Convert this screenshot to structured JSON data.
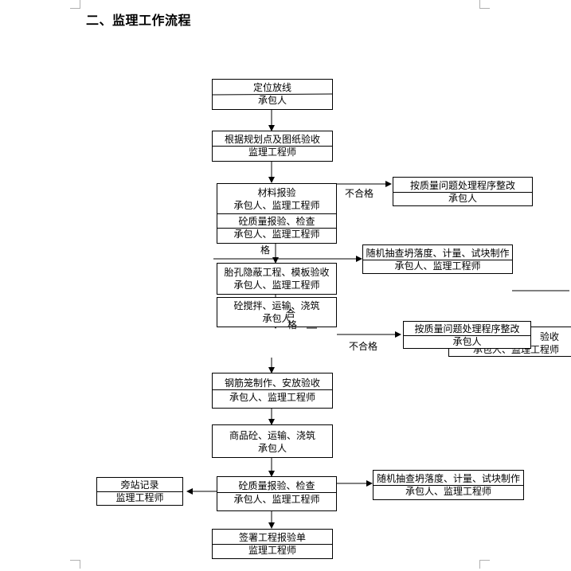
{
  "title": "二、监理工作流程",
  "nodes": [
    {
      "title": "定位放线",
      "role": "承包人"
    },
    {
      "title": "根据规划点及图纸验收",
      "role": "监理工程师"
    },
    {
      "title": "材料报验",
      "role": "承包人、监理工程师"
    },
    {
      "title": "砼质量报验、检查",
      "role": "承包人、监理工程师"
    },
    {
      "title": "按质量问题处理程序整改",
      "role": "承包人"
    },
    {
      "title": "随机抽查坍落度、计量、试块制作",
      "role": "承包人、监理工程师"
    },
    {
      "title": "胎孔隐蔽工程、模板验收",
      "role": "承包人、监理工程师"
    },
    {
      "title": "砼搅拌、运输、浇筑",
      "role": "承包人"
    },
    {
      "title": "按质量问题处理程序整改",
      "role": "承包人"
    },
    {
      "title": "钢筋笼制作、安放验收",
      "role": "承包人、监理工程师"
    },
    {
      "title": "商品砼、运输、浇筑",
      "role": "承包人"
    },
    {
      "title": "砼质量报验、检查",
      "role": "承包人、监理工程师"
    },
    {
      "title": "随机抽查坍落度、计量、试块制作",
      "role": "承包人、监理工程师"
    },
    {
      "title": "旁站记录",
      "role": "监理工程师"
    },
    {
      "title": "签署工程报验单",
      "role": "监理工程师"
    }
  ],
  "labels": {
    "unqualified_1": "不合格",
    "unqualified_2": "不合格",
    "qualified_fragment_1": "格",
    "qualified_fragment_2": "合",
    "qualified_fragment_3": "格",
    "overlap_text_1": "验收",
    "overlap_text_2": "承包人、监理工程师"
  }
}
